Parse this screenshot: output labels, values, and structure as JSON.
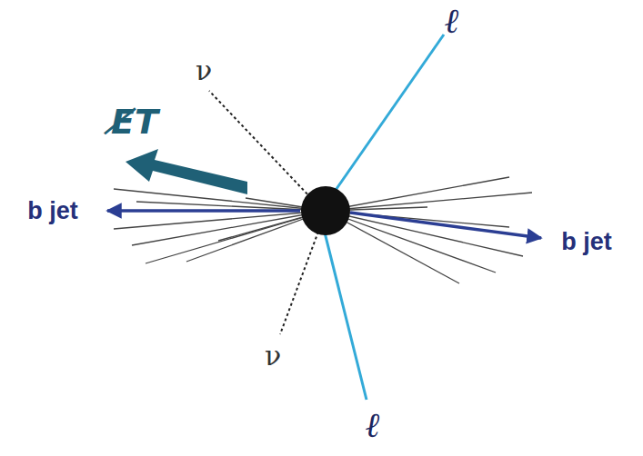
{
  "diagram": {
    "labels": [
      "ν",
      "ℓ",
      "E̸T",
      "b jet",
      "b jet",
      "ν",
      "ℓ"
    ]
  }
}
